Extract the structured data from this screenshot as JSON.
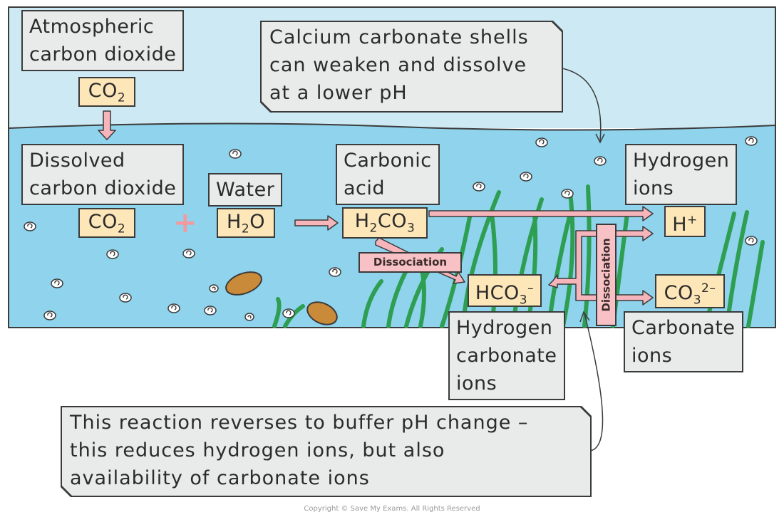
{
  "labels": {
    "atmospheric": [
      "Atmospheric",
      "carbon dioxide"
    ],
    "dissolved": [
      "Dissolved",
      "carbon dioxide"
    ],
    "water": "Water",
    "carbonic": [
      "Carbonic",
      "acid"
    ],
    "hydrogen_ions": [
      "Hydrogen",
      "ions"
    ],
    "hydrogen_carbonate": [
      "Hydrogen",
      "carbonate",
      "ions"
    ],
    "carbonate_ions": [
      "Carbonate",
      "ions"
    ]
  },
  "formulas": {
    "co2_atm": {
      "base": "CO",
      "sub": "2"
    },
    "co2_dis": {
      "base": "CO",
      "sub": "2"
    },
    "h2o": {
      "a": "H",
      "sub": "2",
      "b": "O"
    },
    "h2co3": {
      "a": "H",
      "sub1": "2",
      "b": "CO",
      "sub2": "3"
    },
    "h_plus": {
      "base": "H",
      "sup": "+"
    },
    "hco3": {
      "base": "HCO",
      "sub": "3",
      "sup": "–"
    },
    "co3": {
      "base": "CO",
      "sub": "3",
      "sup": "2–"
    }
  },
  "plus_sign": "+",
  "dissociation_label": "Dissociation",
  "callouts": {
    "top": [
      "Calcium carbonate shells",
      "can weaken and dissolve",
      "at a lower pH"
    ],
    "bottom": [
      "This reaction reverses to buffer pH change –",
      "this reduces hydrogen ions, but also",
      "availability of carbonate ions"
    ]
  },
  "copyright": "Copyright © Save My Exams. All Rights Reserved",
  "colors": {
    "sky": "#cde9f3",
    "water": "#8fd3ec",
    "arrow": "#f5b5bb",
    "label_bg": "#e9ebeb",
    "chem_bg": "#fde6b8",
    "dissociation_bg": "#f7c1c5",
    "seaweed": "#2e9e52",
    "shell": "#c98a3a"
  }
}
